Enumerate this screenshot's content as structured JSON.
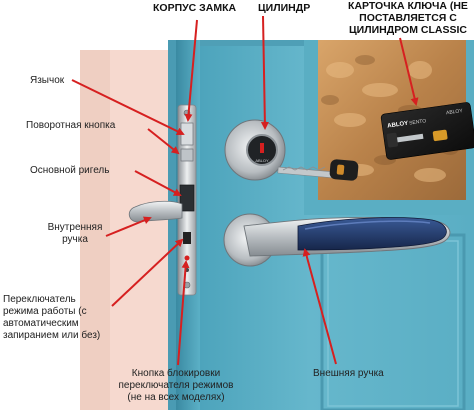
{
  "labels": {
    "body": "КОРПУС ЗАМКА",
    "cylinder": "ЦИЛИНДР",
    "card_line1": "КАРТОЧКА КЛЮЧА (НЕ",
    "card_line2": "ПОСТАВЛЯЕТСЯ С",
    "card_line3": "ЦИЛИНДРОМ CLASSIC",
    "latch": "Язычок",
    "turn_knob": "Поворотная кнопка",
    "deadbolt": "Основной ригель",
    "inner_handle_line1": "Внутренняя",
    "inner_handle_line2": "ручка",
    "switch_line1": "Переключатель",
    "switch_line2": "режима работы (с",
    "switch_line3": "автоматическим",
    "switch_line4": "запиранием или без)",
    "block_line1": "Кнопка блокировки",
    "block_line2": "переключателя режимов",
    "block_line3": "(не на всех моделях)",
    "outer_handle": "Внешняя ручка"
  },
  "key_card": {
    "brand": "ABLOY",
    "model": "SENTO",
    "brand_right": "ABLOY",
    "card_color": "#1c1c1c",
    "chip_color": "#d89a28"
  },
  "cylinder_brand": "ABLOY",
  "colors": {
    "door": "#5fb0c6",
    "door_shadow": "#3f8ea5",
    "frame": "#6cbacf",
    "wall": "#f6d9cf",
    "arrow": "#d62020",
    "chrome": "#c9cdd0",
    "glass": "#c79258",
    "handle_grip": "#243a66"
  },
  "icons": [
    "arrow-icon",
    "key-icon"
  ]
}
